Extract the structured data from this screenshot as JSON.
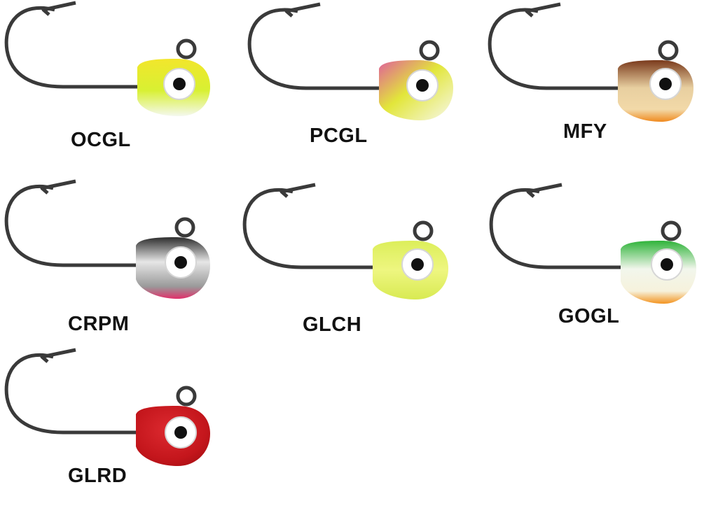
{
  "jigs": [
    {
      "code": "OCGL",
      "head_colors": [
        "#f2e62c",
        "#d8f032",
        "#f4f8ee"
      ]
    },
    {
      "code": "PCGL",
      "head_colors": [
        "#e0609a",
        "#e2e63a",
        "#f7f8ec"
      ]
    },
    {
      "code": "MFY",
      "head_colors": [
        "#7a3a1c",
        "#e8cfa0",
        "#f08a1e"
      ]
    },
    {
      "code": "CRPM",
      "head_colors": [
        "#2e2e2e",
        "#e6e6e6",
        "#e0306a"
      ]
    },
    {
      "code": "GLCH",
      "head_colors": [
        "#dcee5a",
        "#eef680",
        "#d8ea52"
      ]
    },
    {
      "code": "GOGL",
      "head_colors": [
        "#2fb33a",
        "#f2f6ec",
        "#f39420"
      ]
    },
    {
      "code": "GLRD",
      "head_colors": [
        "#c4161c",
        "#dd2a30",
        "#a80f14"
      ]
    }
  ]
}
